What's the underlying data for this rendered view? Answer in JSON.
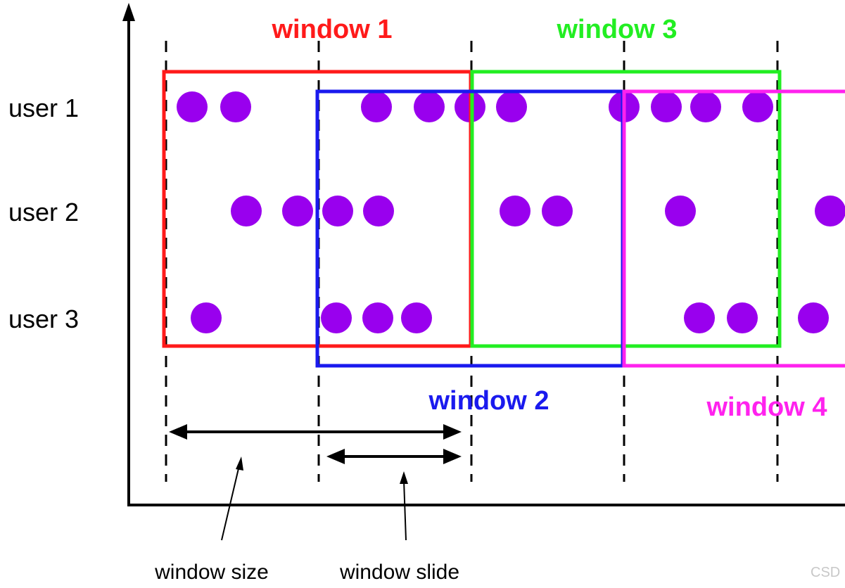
{
  "colors": {
    "window_1": "#ff1a1a",
    "window_2": "#1a1aee",
    "window_3": "#22ee22",
    "window_4": "#ff22ee",
    "event_dot": "#9900ee",
    "axis": "#000000"
  },
  "rows": [
    {
      "label": "user 1"
    },
    {
      "label": "user 2"
    },
    {
      "label": "user 3"
    }
  ],
  "windows": [
    {
      "label": "window 1"
    },
    {
      "label": "window 2"
    },
    {
      "label": "window 3"
    },
    {
      "label": "window 4"
    }
  ],
  "captions": {
    "window_size": "window size",
    "window_slide": "window slide"
  },
  "watermark": "CSD"
}
